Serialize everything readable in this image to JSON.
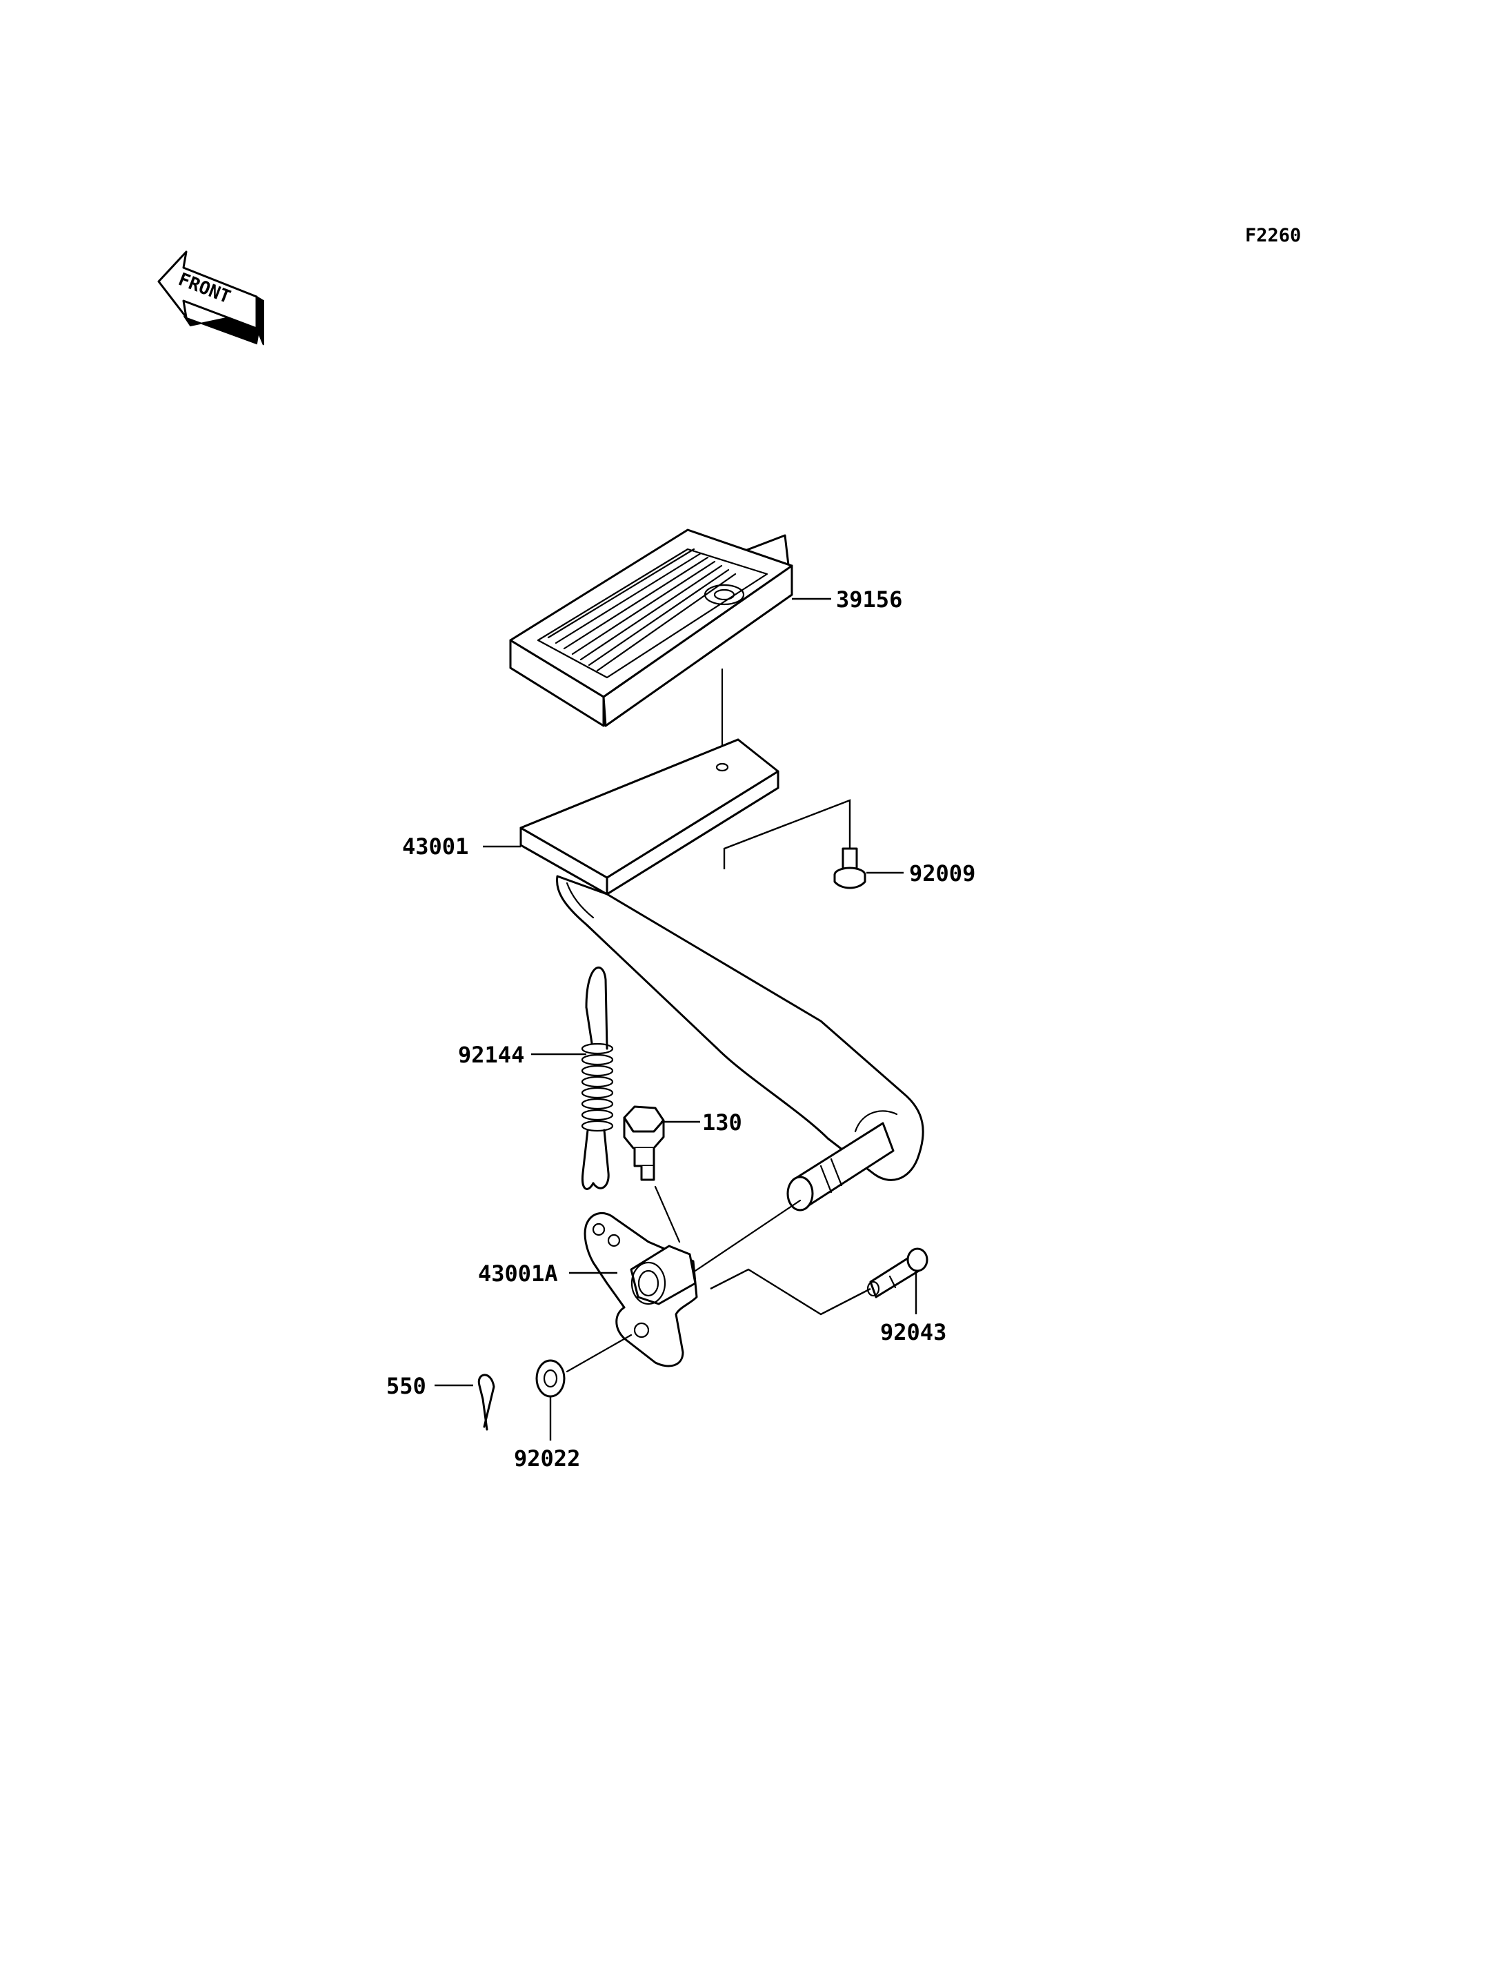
{
  "figure_id": "F2260",
  "front_indicator": {
    "label": "FRONT"
  },
  "parts": [
    {
      "id": "part-39156",
      "number": "39156"
    },
    {
      "id": "part-43001",
      "number": "43001"
    },
    {
      "id": "part-92009",
      "number": "92009"
    },
    {
      "id": "part-92144",
      "number": "92144"
    },
    {
      "id": "part-130",
      "number": "130"
    },
    {
      "id": "part-43001A",
      "number": "43001A"
    },
    {
      "id": "part-92043",
      "number": "92043"
    },
    {
      "id": "part-550",
      "number": "550"
    },
    {
      "id": "part-92022",
      "number": "92022"
    }
  ]
}
